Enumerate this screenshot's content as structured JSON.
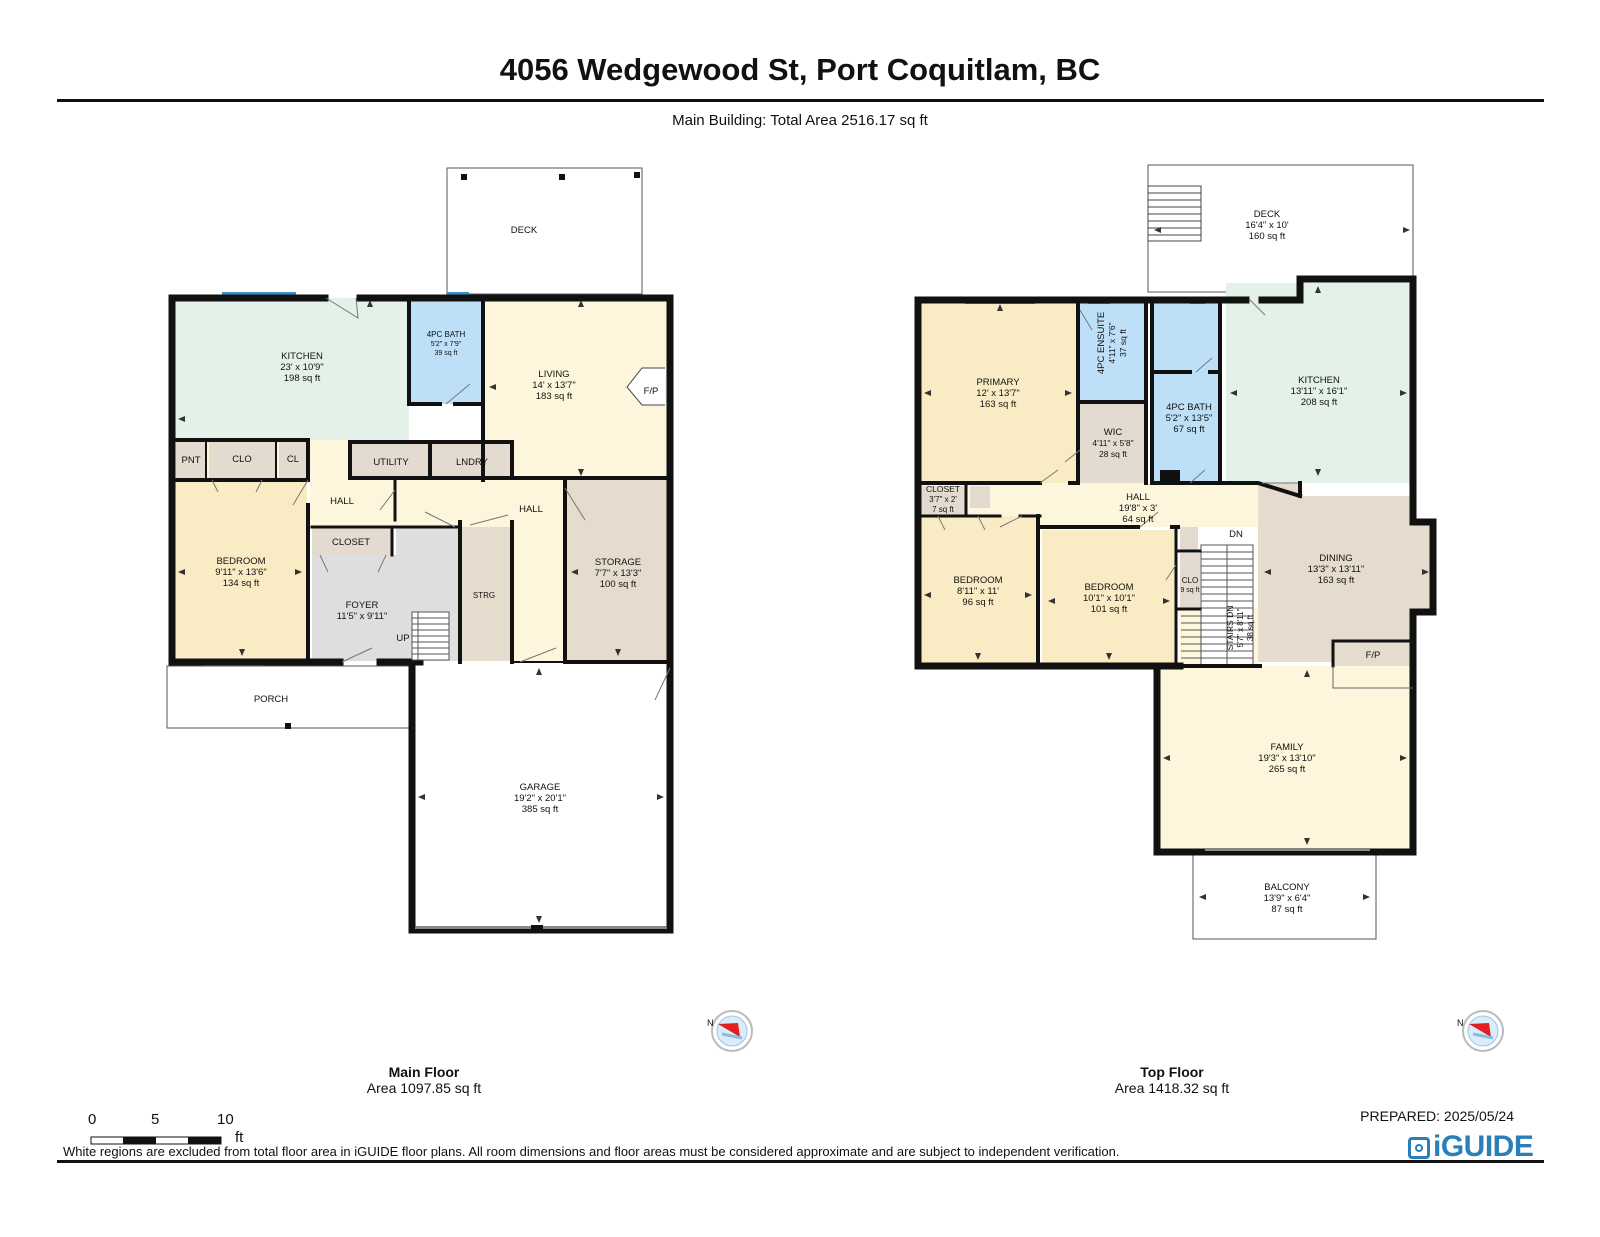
{
  "header": {
    "title": "4056 Wedgewood St, Port Coquitlam, BC",
    "subtitle": "Main Building: Total  Area 2516.17 sq ft"
  },
  "colors": {
    "kitchen": "#e3f1e8",
    "bath": "#bde0f8",
    "living": "#fdf6dc",
    "bedroom": "#f9ecc5",
    "storage": "#e6dccd",
    "closet": "#e3dbcf",
    "foyer": "#dedede",
    "hall": "#fdf6dc",
    "window": "#3d8fc8",
    "wall": "#111111"
  },
  "main_floor": {
    "name": "Main Floor",
    "area": "Area 1097.85 sq ft",
    "rooms": {
      "deck": {
        "name": "DECK"
      },
      "kitchen": {
        "name": "KITCHEN",
        "dims": "23' x 10'9\"",
        "area": "198 sq ft"
      },
      "bath": {
        "name": "4PC BATH",
        "dims": "5'2\" x 7'9\"",
        "area": "39 sq ft"
      },
      "living": {
        "name": "LIVING",
        "dims": "14' x 13'7\"",
        "area": "183 sq ft"
      },
      "fireplace": {
        "name": "F/P"
      },
      "pnt": {
        "name": "PNT"
      },
      "clo": {
        "name": "CLO"
      },
      "cl": {
        "name": "CL"
      },
      "utility": {
        "name": "UTILITY"
      },
      "lndry": {
        "name": "LNDRY"
      },
      "hall_west": {
        "name": "HALL"
      },
      "hall_east": {
        "name": "HALL"
      },
      "bedroom": {
        "name": "BEDROOM",
        "dims": "9'11\" x 13'6\"",
        "area": "134 sq ft"
      },
      "closet": {
        "name": "CLOSET"
      },
      "foyer": {
        "name": "FOYER",
        "dims": "11'5\" x 9'11\""
      },
      "up": {
        "name": "UP"
      },
      "strg": {
        "name": "STRG"
      },
      "storage": {
        "name": "STORAGE",
        "dims": "7'7\" x 13'3\"",
        "area": "100 sq ft"
      },
      "porch": {
        "name": "PORCH"
      },
      "garage": {
        "name": "GARAGE",
        "dims": "19'2\" x 20'1\"",
        "area": "385 sq ft"
      }
    }
  },
  "top_floor": {
    "name": "Top Floor",
    "area": "Area 1418.32 sq ft",
    "rooms": {
      "deck": {
        "name": "DECK",
        "dims": "16'4\" x 10'",
        "area": "160 sq ft"
      },
      "primary": {
        "name": "PRIMARY",
        "dims": "12' x 13'7\"",
        "area": "163 sq ft"
      },
      "ensuite": {
        "name": "4PC ENSUITE",
        "dims": "4'11\" x 7'6\"",
        "area": "37 sq ft"
      },
      "wic": {
        "name": "WIC",
        "dims": "4'11\" x 5'8\"",
        "area": "28 sq ft"
      },
      "bath": {
        "name": "4PC BATH",
        "dims": "5'2\" x 13'5\"",
        "area": "67 sq ft"
      },
      "kitchen": {
        "name": "KITCHEN",
        "dims": "13'11\" x 16'1\"",
        "area": "208 sq ft"
      },
      "closet": {
        "name": "CLOSET",
        "dims": "3'7\" x 2'",
        "area": "7 sq ft"
      },
      "hall": {
        "name": "HALL",
        "dims": "19'8\" x 3'",
        "area": "64 sq ft"
      },
      "dn": {
        "name": "DN"
      },
      "bedroom1": {
        "name": "BEDROOM",
        "dims": "8'11\" x 11'",
        "area": "96 sq ft"
      },
      "bedroom2": {
        "name": "BEDROOM",
        "dims": "10'1\" x 10'1\"",
        "area": "101 sq ft"
      },
      "clo": {
        "name": "CLO",
        "area": "9 sq ft"
      },
      "stairs": {
        "name": "STAIRS DN",
        "dims": "5'7\" x 8'11\"",
        "area": "38 sq ft"
      },
      "dining": {
        "name": "DINING",
        "dims": "13'3\" x 13'11\"",
        "area": "163 sq ft"
      },
      "fireplace": {
        "name": "F/P"
      },
      "family": {
        "name": "FAMILY",
        "dims": "19'3\" x 13'10\"",
        "area": "265 sq ft"
      },
      "balcony": {
        "name": "BALCONY",
        "dims": "13'9\" x 6'4\"",
        "area": "87 sq ft"
      }
    }
  },
  "compass": {
    "north_label": "N"
  },
  "scale": {
    "ticks": [
      "0",
      "5",
      "10"
    ],
    "unit": "ft"
  },
  "prepared": "PREPARED: 2025/05/24",
  "disclaimer": "White regions are excluded from total floor area in iGUIDE floor plans. All room dimensions and floor areas must be considered approximate and are subject to independent verification.",
  "brand": "iGUIDE"
}
